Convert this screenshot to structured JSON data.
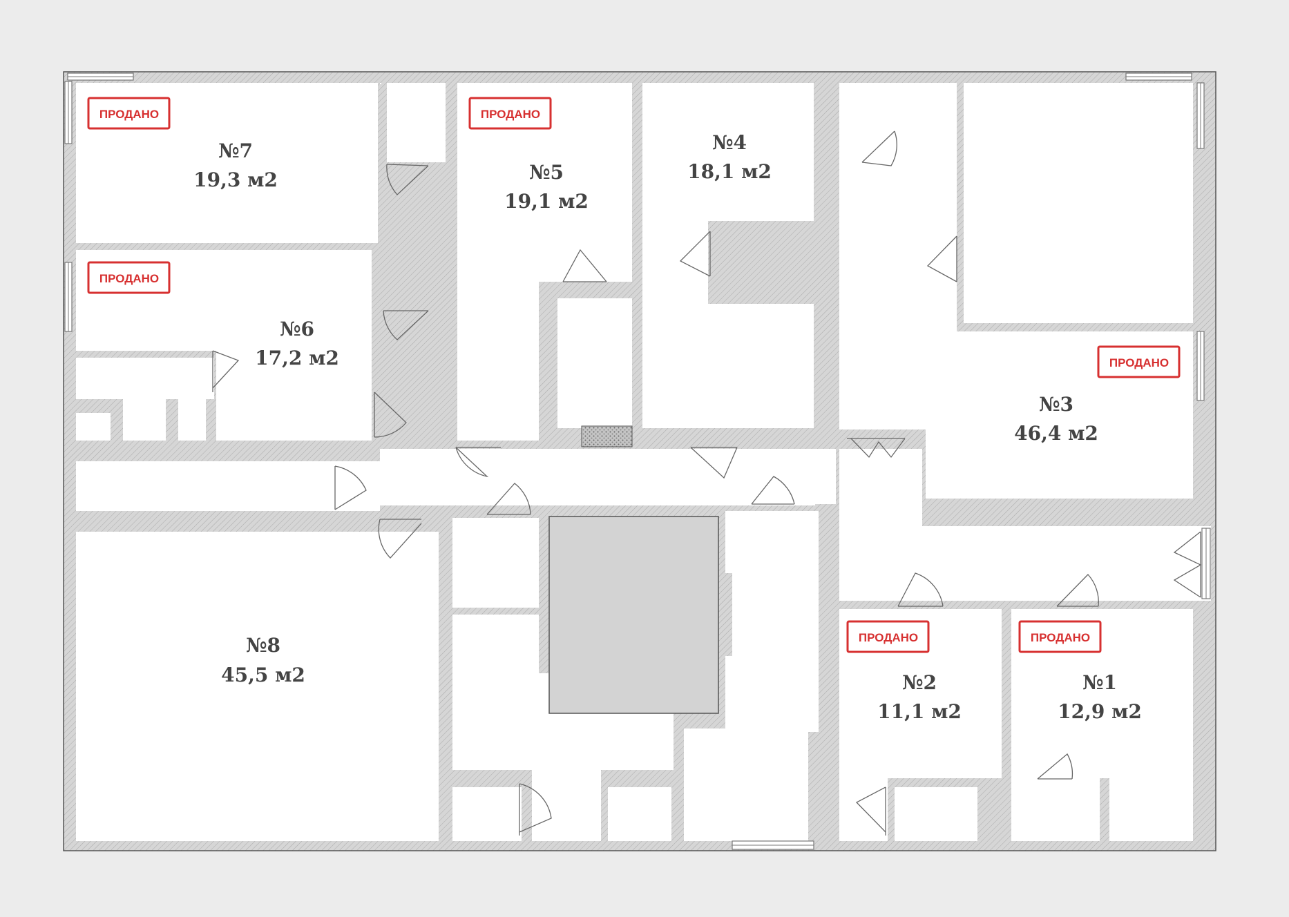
{
  "stamp_text": "ПРОДАНО",
  "colors": {
    "stamp": "#d73030",
    "wall": "#d0d0d0",
    "shaft": "#d3d3d3",
    "background": "#ececec"
  },
  "rooms": [
    {
      "id": "7",
      "number": "№7",
      "area": "19,3 м2",
      "sold": true
    },
    {
      "id": "6",
      "number": "№6",
      "area": "17,2 м2",
      "sold": true
    },
    {
      "id": "5",
      "number": "№5",
      "area": "19,1 м2",
      "sold": true
    },
    {
      "id": "4",
      "number": "№4",
      "area": "18,1 м2",
      "sold": false
    },
    {
      "id": "3",
      "number": "№3",
      "area": "46,4 м2",
      "sold": true
    },
    {
      "id": "8",
      "number": "№8",
      "area": "45,5 м2",
      "sold": false
    },
    {
      "id": "2",
      "number": "№2",
      "area": "11,1 м2",
      "sold": true
    },
    {
      "id": "1",
      "number": "№1",
      "area": "12,9 м2",
      "sold": true
    }
  ]
}
